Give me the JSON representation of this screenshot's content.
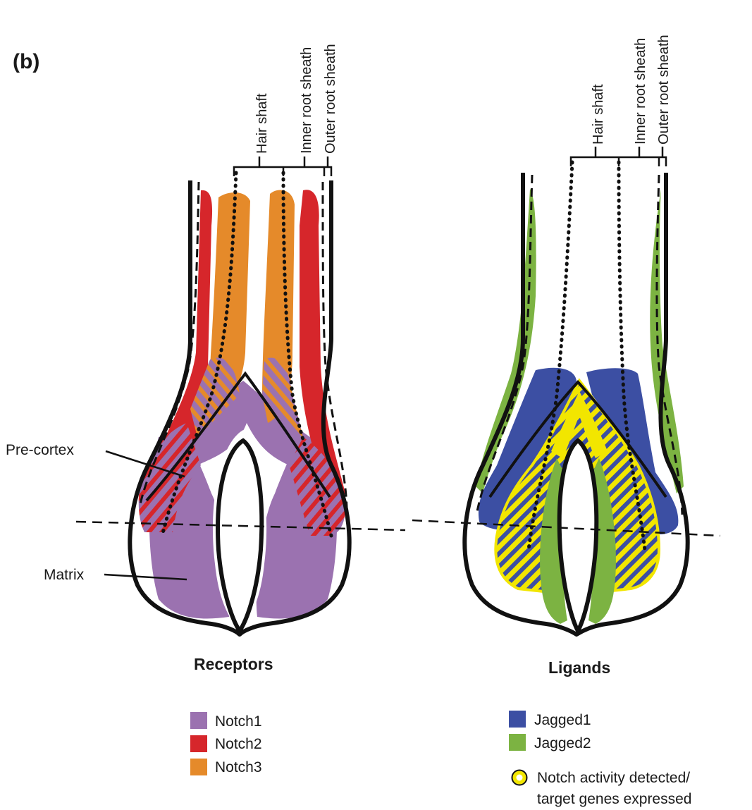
{
  "panel_label": "(b)",
  "layer_labels": {
    "hair_shaft": "Hair shaft",
    "inner_root_sheath": "Inner root sheath",
    "outer_root_sheath": "Outer root sheath"
  },
  "side_labels": {
    "pre_cortex": "Pre-cortex",
    "matrix": "Matrix"
  },
  "receptors": {
    "title": "Receptors",
    "legend": [
      {
        "label": "Notch1",
        "color": "#9b72b0"
      },
      {
        "label": "Notch2",
        "color": "#d6262b"
      },
      {
        "label": "Notch3",
        "color": "#e58a2a"
      }
    ]
  },
  "ligands": {
    "title": "Ligands",
    "legend": [
      {
        "label": "Jagged1",
        "color": "#3c4fa3"
      },
      {
        "label": "Jagged2",
        "color": "#7cb342"
      }
    ],
    "activity_line1": "Notch activity detected/",
    "activity_line2": "target genes expressed",
    "activity_marker": "yellow-ring-icon",
    "activity_color": "#f2e600"
  }
}
